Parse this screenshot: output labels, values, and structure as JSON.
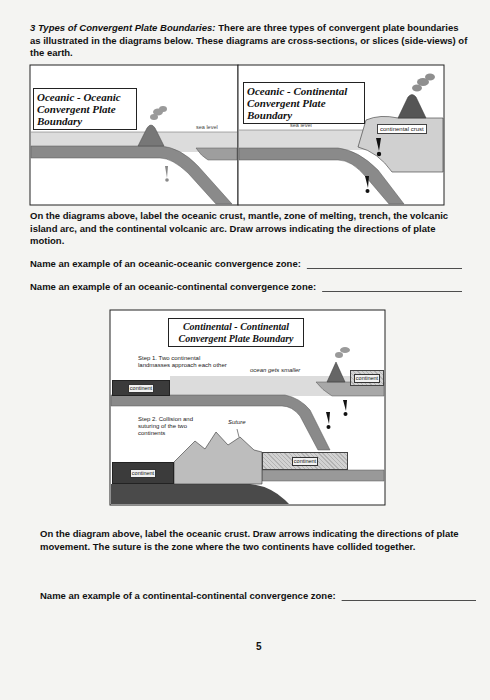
{
  "diagram": {
    "title": "3 Types of Convergent Plate Boundaries:",
    "nodes": [
      {
        "text": [
          "Oceanic - Oceanic Convergent Plate Boundary"
        ]
      },
      {
        "text": [
          "Oceanic - Continental Convergent Plate Boundary"
        ]
      },
      {
        "text": [
          "Continental - Continental Convergent Plate Boundary"
        ]
      },
      {
        "text": [
          "continental crust"
        ]
      },
      {
        "text": [
          "continent"
        ]
      },
      {
        "text": [
          "continent"
        ]
      },
      {
        "text": [
          "continent"
        ]
      },
      {
        "text": [
          "continent"
        ]
      }
    ],
    "labels": [
      "There are three types of convergent plate boundaries as illustrated in the diagrams below. These diagrams are cross-sections, or slices (side-views) of the earth.",
      "sea level",
      "sea level",
      "On the diagrams above, label the oceanic crust, mantle, zone of melting, trench, the volcanic island arc, and the continental volcanic arc. Draw arrows indicating the directions of plate motion.",
      "Name an example of an oceanic-oceanic convergence zone:",
      "Name an example of an oceanic-continental convergence zone:",
      "Step 1. Two continental landmasses approach each other",
      "ocean gets smaller",
      "Step 2. Collision and suturing of the two continents",
      "Suture",
      "On the diagram above, label the oceanic crust. Draw arrows indicating the directions of plate movement. The suture is the zone where the two continents have collided together.",
      "Name an example of a continental-continental convergence zone:",
      "5"
    ]
  }
}
